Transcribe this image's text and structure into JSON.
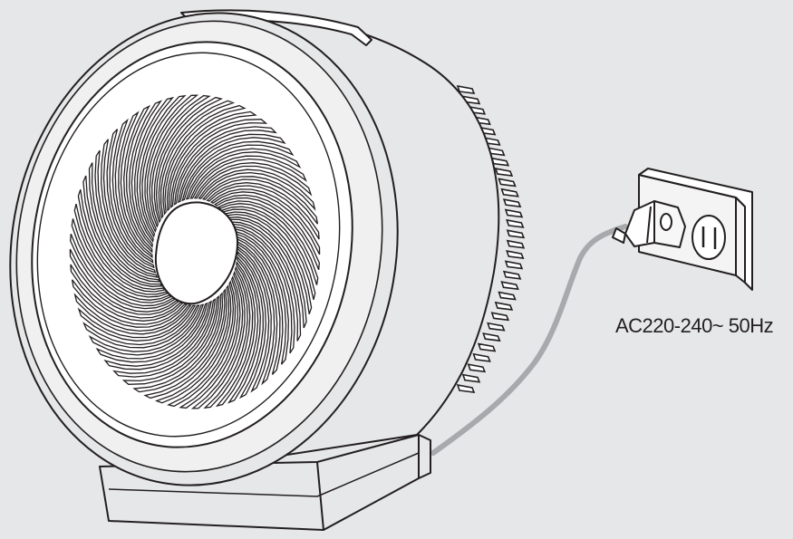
{
  "voltage_label": "AC220-240~ 50Hz",
  "colors": {
    "background": "#e6e7e8",
    "line": "#231f20",
    "cord": "#a7a9ac",
    "body_fill": "#e6e7e8"
  },
  "icons": [
    "fan",
    "power-plug",
    "wall-socket",
    "power-cord"
  ]
}
